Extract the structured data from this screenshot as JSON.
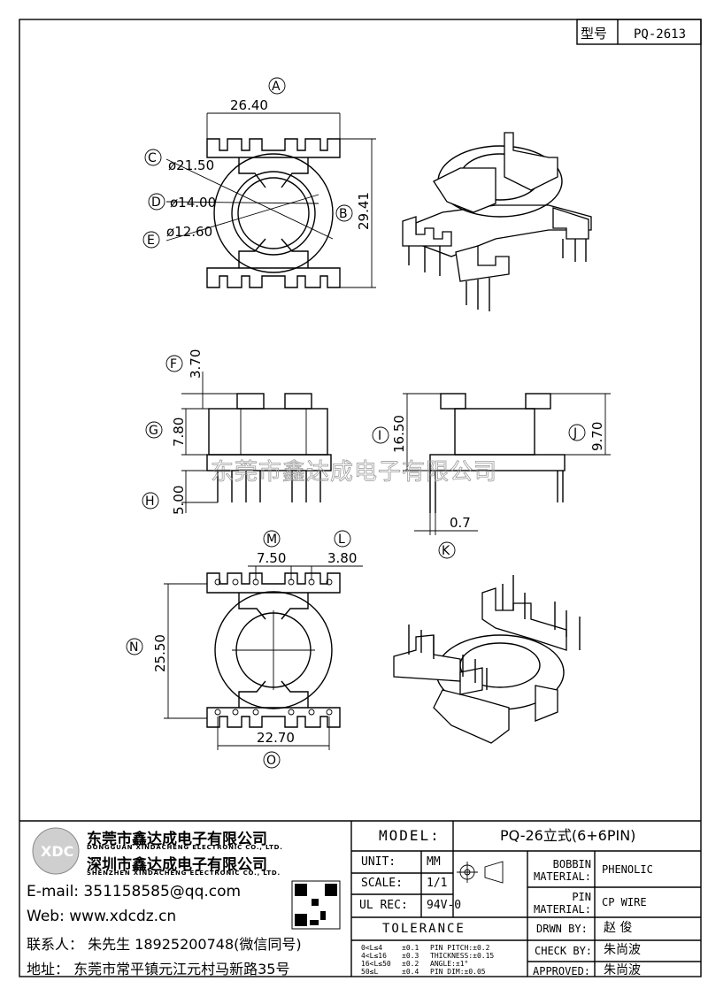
{
  "header": {
    "type_label": "型号",
    "type_value": "PQ-2613"
  },
  "dimensions": {
    "A": "26.40",
    "B": "29.41",
    "C": "ø21.50",
    "D": "ø14.00",
    "E": "ø12.60",
    "F": "3.70",
    "G": "7.80",
    "H": "5.00",
    "I": "16.50",
    "J": "9.70",
    "K": "0.7",
    "L": "3.80",
    "M": "7.50",
    "N": "25.50",
    "O": "22.70"
  },
  "watermark": "东莞市鑫达成电子有限公司",
  "company": {
    "name_dg": "东莞市鑫达成电子有限公司",
    "name_dg_en": "DONGGUAN XINDACHENG ELECTRONIC CO., LTD.",
    "name_sz": "深圳市鑫达成电子有限公司",
    "name_sz_en": "SHENZHEN XINDACHENG ELECTRONIC CO., LTD.",
    "email": "E-mail: 351158585@qq.com",
    "web": "Web: www.xdcdz.cn",
    "contact": "联系人： 朱先生 18925200748(微信同号)",
    "address": "地址： 东莞市常平镇元江元村马新路35号"
  },
  "title_block": {
    "model_label": "MODEL:",
    "model_value": "PQ-26立式(6+6PIN)",
    "unit_label": "UNIT:",
    "unit_value": "MM",
    "scale_label": "SCALE:",
    "scale_value": "1/1",
    "ul_label": "UL REC:",
    "ul_value": "94V-0",
    "tolerance_label": "TOLERANCE",
    "tol_rows": [
      {
        "range": "0<L≤4",
        "tol": "±0.1",
        "item": "PIN PITCH:±0.2"
      },
      {
        "range": "4<L≤16",
        "tol": "±0.3",
        "item": "THICKNESS:±0.15"
      },
      {
        "range": "16<L≤50",
        "tol": "±0.2",
        "item": "ANGLE:±1°"
      },
      {
        "range": "50≤L",
        "tol": "±0.4",
        "item": "PIN DIM:±0.05"
      }
    ],
    "bobbin_label": "BOBBIN MATERIAL:",
    "bobbin_value": "PHENOLIC",
    "pin_label": "PIN MATERIAL:",
    "pin_value": "CP WIRE",
    "drwn_label": "DRWN BY:",
    "drwn_value": "赵 俊",
    "check_label": "CHECK BY:",
    "check_value": "朱尚波",
    "approved_label": "APPROVED:",
    "approved_value": "朱尚波"
  }
}
